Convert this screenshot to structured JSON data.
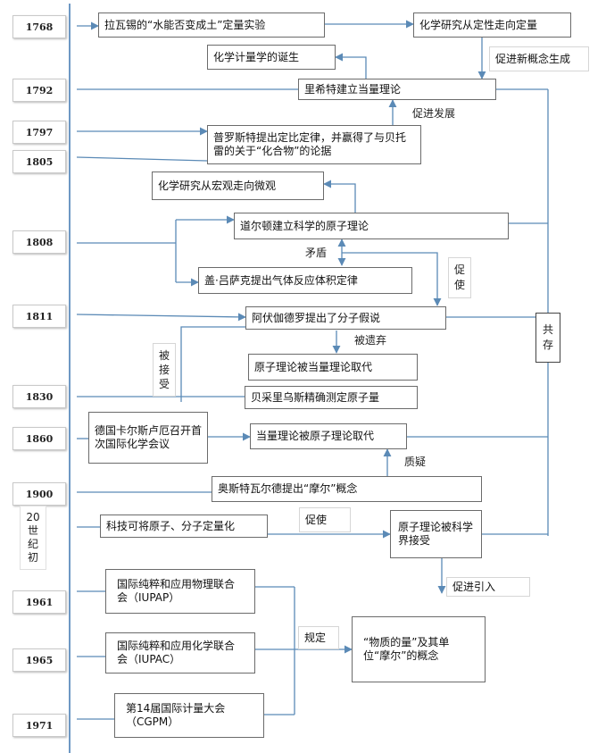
{
  "years": {
    "y1768": "1768",
    "y1792": "1792",
    "y1797": "1797",
    "y1805": "1805",
    "y1808": "1808",
    "y1811": "1811",
    "y1830": "1830",
    "y1860": "1860",
    "y1900": "1900",
    "c20": "20世纪初",
    "y1961": "1961",
    "y1965": "1965",
    "y1971": "1971"
  },
  "events": {
    "lavoisier": "拉瓦锡的“水能否变成土”定量实验",
    "quant_shift": "化学研究从定性走向定量",
    "stoichiometry": "化学计量学的诞生",
    "richter": "里希特建立当量理论",
    "proust": "普罗斯特提出定比定律，并赢得了与贝托雷的关于“化合物”的论据",
    "macro_micro": "化学研究从宏观走向微观",
    "dalton": "道尔顿建立科学的原子理论",
    "gay_lussac": "盖·吕萨克提出气体反应体积定律",
    "avogadro": "阿伏伽德罗提出了分子假说",
    "atomic_replaced": "原子理论被当量理论取代",
    "berzelius": "贝采里乌斯精确测定原子量",
    "karlsruhe": "德国卡尔斯卢厄召开首次国际化学会议",
    "equiv_replaced": "当量理论被原子理论取代",
    "ostwald": "奥斯特瓦尔德提出“摩尔”概念",
    "tech": "科技可将原子、分子定量化",
    "atomic_accepted": "原子理论被科学界接受",
    "iupap": "国际纯粹和应用物理联合会（IUPAP）",
    "iupac": "国际纯粹和应用化学联合会（IUPAC）",
    "cgpm": "第14届国际计量大会（CGPM）",
    "amount": "“物质的量”及其单位“摩尔”的概念"
  },
  "labels": {
    "promote_concept": "促进新概念生成",
    "promote_dev": "促进发展",
    "contradiction": "矛盾",
    "promote_v": "促使",
    "abandoned": "被遗弃",
    "accepted_v": "被接受",
    "question": "质疑",
    "promote": "促使",
    "introduce": "促进引入",
    "define": "规定",
    "coexist": "共存"
  },
  "colors": {
    "timeline": "#4a7fb5",
    "arrow": "#5b8ab6",
    "border": "#6b6b6b"
  }
}
